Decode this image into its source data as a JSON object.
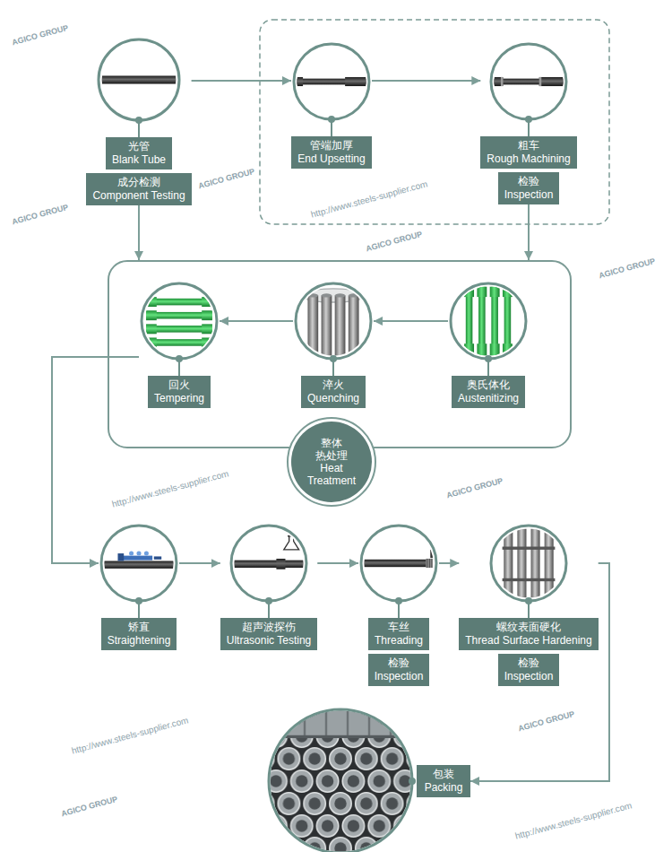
{
  "diagram": {
    "nodes": [
      {
        "text": [
          "光管",
          "Blank Tube",
          "成分检测",
          "Component Testing"
        ]
      },
      {
        "text": [
          "管端加厚",
          "End Upsetting"
        ]
      },
      {
        "text": [
          "粗车",
          "Rough Machining",
          "检验",
          "Inspection"
        ]
      },
      {
        "text": [
          "整体 热处理",
          "Heat Treatment"
        ]
      },
      {
        "text": [
          "回火",
          "Tempering"
        ],
        "in": 3
      },
      {
        "text": [
          "淬火",
          "Quenching"
        ],
        "in": 3
      },
      {
        "text": [
          "奥氏体化",
          "Austenitizing"
        ],
        "in": 3
      },
      {
        "text": [
          "矫直",
          "Straightening"
        ]
      },
      {
        "text": [
          "超声波探伤",
          "Ultrasonic Testing"
        ]
      },
      {
        "text": [
          "车丝",
          "Threading",
          "检验",
          "Inspection"
        ]
      },
      {
        "text": [
          "螺纹表面硬化",
          "Thread Surface Hardening",
          "检验",
          "Inspection"
        ]
      },
      {
        "text": [
          "包装",
          "Packing"
        ]
      }
    ],
    "edges": [
      {
        "from": 0,
        "to": 1,
        "arrow": "to"
      },
      {
        "from": 1,
        "to": 2,
        "arrow": "to"
      },
      {
        "from": 0,
        "to": 3,
        "arrow": "to"
      },
      {
        "from": 2,
        "to": 3,
        "arrow": "to"
      },
      {
        "from": 6,
        "to": 5,
        "arrow": "to"
      },
      {
        "from": 5,
        "to": 4,
        "arrow": "to"
      },
      {
        "from": 4,
        "to": 7,
        "arrow": "to"
      },
      {
        "from": 7,
        "to": 8,
        "arrow": "to"
      },
      {
        "from": 8,
        "to": 9,
        "arrow": "to"
      },
      {
        "from": 9,
        "to": 10,
        "arrow": "to"
      },
      {
        "from": 10,
        "to": 11,
        "arrow": "to"
      }
    ],
    "labels": [
      "AGICO GROUP",
      "AGICO GROUP",
      "http://www.steels-supplier.com",
      "AGICO GROUP",
      "AGICO GROUP",
      "AGICO GROUP",
      "http://www.steels-supplier.com",
      "AGICO GROUP",
      "http://www.steels-supplier.com",
      "AGICO GROUP",
      "AGICO GROUP",
      "http://www.steels-supplier.com"
    ]
  }
}
